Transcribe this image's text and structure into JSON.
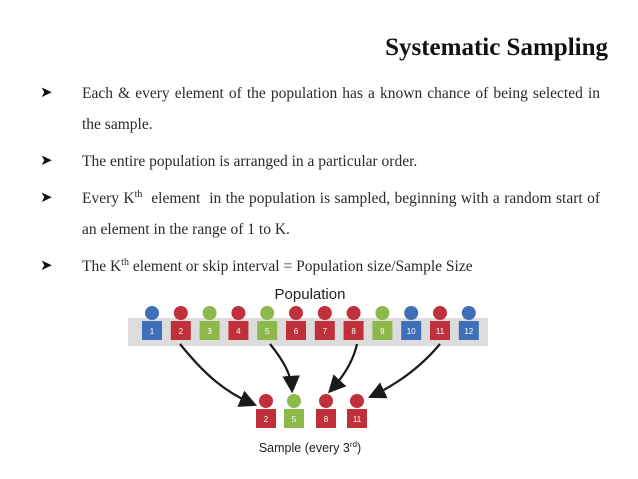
{
  "slide": {
    "title": "Systematic Sampling",
    "bullets": [
      {
        "text": "Each & every element of the population has a known chance of being selected in the sample."
      },
      {
        "text": "The entire population is arranged in a particular order."
      },
      {
        "pre": "Every K",
        "sup": "th",
        "post": "  element  in the population is sampled, beginning with a random start of an element in the range of 1 to K."
      },
      {
        "pre": "The K",
        "sup": "th",
        "post": " element or skip interval = Population size/Sample Size"
      }
    ]
  },
  "diagram": {
    "population_label": "Population",
    "sample_label_pre": "Sample (every 3",
    "sample_label_sup": "rd",
    "sample_label_post": ")",
    "population": [
      {
        "n": "1",
        "color": "blue"
      },
      {
        "n": "2",
        "color": "red"
      },
      {
        "n": "3",
        "color": "green"
      },
      {
        "n": "4",
        "color": "red"
      },
      {
        "n": "5",
        "color": "green"
      },
      {
        "n": "6",
        "color": "red"
      },
      {
        "n": "7",
        "color": "red"
      },
      {
        "n": "8",
        "color": "red"
      },
      {
        "n": "9",
        "color": "green"
      },
      {
        "n": "10",
        "color": "blue"
      },
      {
        "n": "11",
        "color": "red"
      },
      {
        "n": "12",
        "color": "blue"
      }
    ],
    "sample": [
      {
        "n": "2",
        "color": "red"
      },
      {
        "n": "5",
        "color": "green"
      },
      {
        "n": "8",
        "color": "red"
      },
      {
        "n": "11",
        "color": "red"
      }
    ],
    "colors": {
      "blue": "#3f6fb8",
      "red": "#c0303a",
      "green": "#8db84a"
    }
  }
}
